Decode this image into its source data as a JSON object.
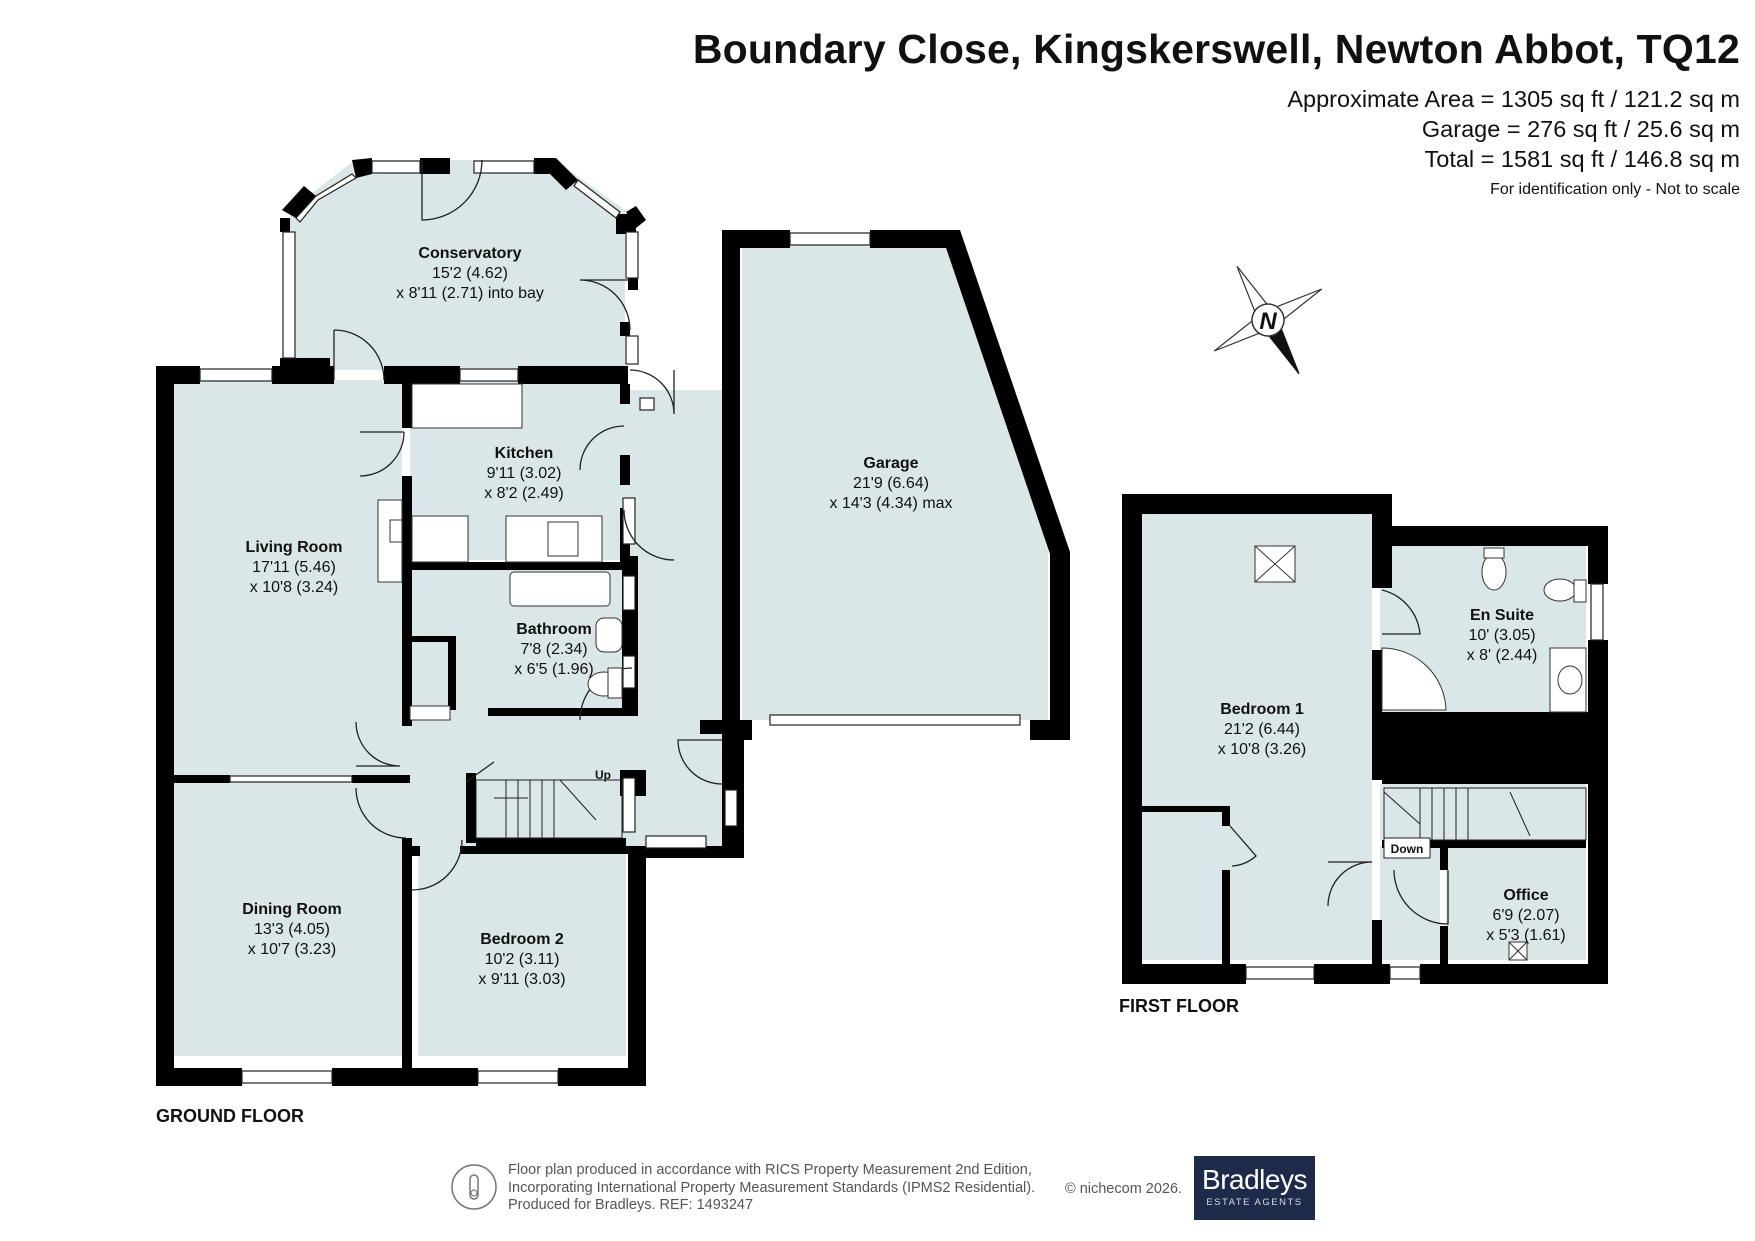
{
  "header": {
    "title": "Boundary Close, Kingskerswell, Newton Abbot, TQ12",
    "area_lines": [
      "Approximate Area = 1305 sq ft / 121.2 sq m",
      "Garage = 276 sq ft / 25.6 sq m",
      "Total = 1581 sq ft / 146.8 sq m"
    ],
    "disclaimer": "For identification only - Not to scale"
  },
  "floors": {
    "ground": "GROUND FLOOR",
    "first": "FIRST FLOOR"
  },
  "rooms": {
    "conservatory": {
      "name": "Conservatory",
      "dim1": "15'2 (4.62)",
      "dim2": "x 8'11 (2.71) into bay"
    },
    "kitchen": {
      "name": "Kitchen",
      "dim1": "9'11 (3.02)",
      "dim2": "x 8'2 (2.49)"
    },
    "living": {
      "name": "Living Room",
      "dim1": "17'11 (5.46)",
      "dim2": "x 10'8 (3.24)"
    },
    "bathroom": {
      "name": "Bathroom",
      "dim1": "7'8 (2.34)",
      "dim2": "x 6'5 (1.96)"
    },
    "garage": {
      "name": "Garage",
      "dim1": "21'9 (6.64)",
      "dim2": "x 14'3 (4.34) max"
    },
    "dining": {
      "name": "Dining Room",
      "dim1": "13'3 (4.05)",
      "dim2": "x 10'7 (3.23)"
    },
    "bedroom2": {
      "name": "Bedroom 2",
      "dim1": "10'2 (3.11)",
      "dim2": "x 9'11 (3.03)"
    },
    "bedroom1": {
      "name": "Bedroom 1",
      "dim1": "21'2 (6.44)",
      "dim2": "x 10'8 (3.26)"
    },
    "ensuite": {
      "name": "En Suite",
      "dim1": "10' (3.05)",
      "dim2": "x 8' (2.44)"
    },
    "office": {
      "name": "Office",
      "dim1": "6'9 (2.07)",
      "dim2": "x 5'3 (1.61)"
    }
  },
  "stair_labels": {
    "up": "Up",
    "down": "Down"
  },
  "compass": {
    "letter": "N"
  },
  "footer": {
    "lines": [
      "Floor plan produced in accordance with RICS Property Measurement 2nd Edition,",
      "Incorporating International Property Measurement Standards (IPMS2 Residential).",
      "Produced for Bradleys.   REF: 1493247"
    ],
    "copyright": "© nichecom 2026.",
    "brand_name": "Bradleys",
    "brand_sub": "ESTATE AGENTS"
  },
  "colors": {
    "wall": "#000000",
    "floor": "#dbe6e8",
    "brand": "#1d2a4a"
  }
}
